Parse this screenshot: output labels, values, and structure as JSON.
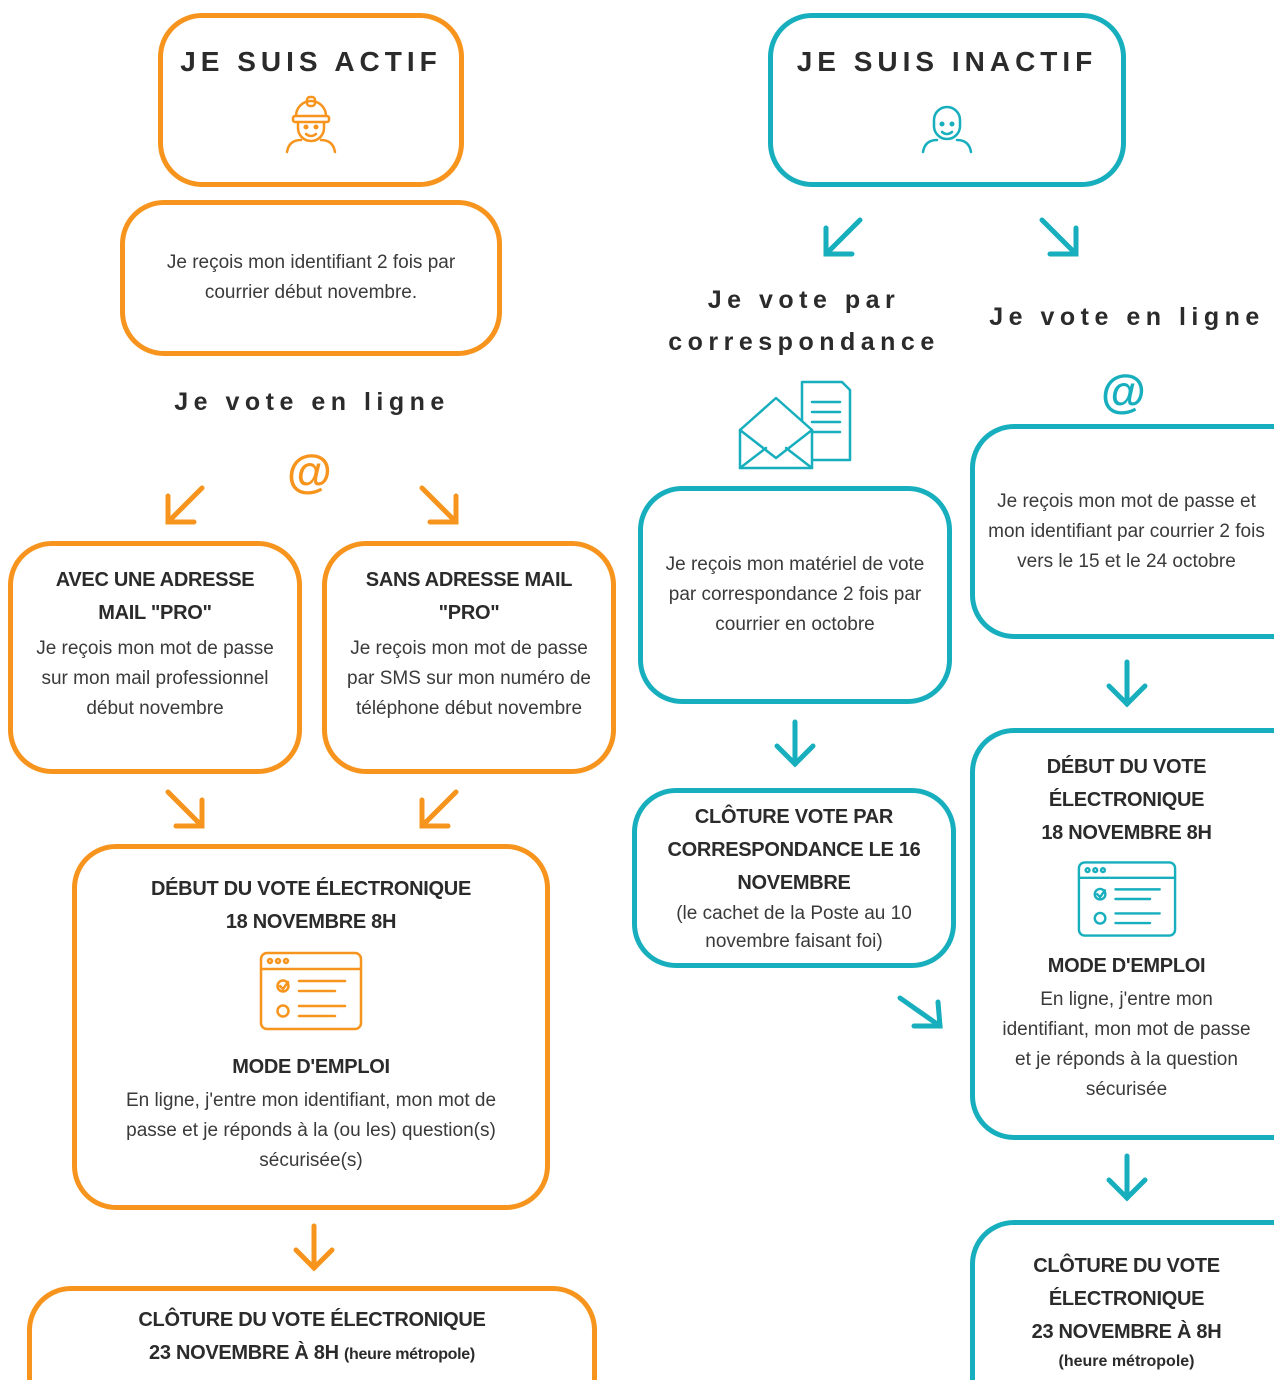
{
  "colors": {
    "active": "#f7941d",
    "inactive": "#17aebd",
    "text": "#3a3a3a"
  },
  "active": {
    "title": "JE SUIS ACTIF",
    "icon": "worker-icon",
    "id_mail": "Je reçois mon identifiant 2 fois par courrier début novembre.",
    "online_heading": "Je vote en ligne",
    "at": "@",
    "pro_title": "AVEC UNE ADRESSE MAIL \"PRO\"",
    "pro_text": "Je reçois mon mot de passe sur mon mail professionnel début novembre",
    "nopro_title": "SANS ADRESSE MAIL \"PRO\"",
    "nopro_text": "Je reçois mon mot de passe par SMS sur mon numéro de téléphone début novembre",
    "start_title_1": "DÉBUT DU VOTE ÉLECTRONIQUE",
    "start_title_2": "18 NOVEMBRE 8H",
    "form_icon": "ballot-form-icon",
    "howto_title": "MODE D'EMPLOI",
    "howto_text": "En ligne, j'entre mon identifiant, mon mot de passe et je réponds à la (ou les) question(s) sécurisée(s)",
    "close_title_1": "CLÔTURE DU VOTE ÉLECTRONIQUE",
    "close_title_2": "23 NOVEMBRE À 8H",
    "close_note": "(heure métropole)"
  },
  "inactive": {
    "title": "JE SUIS INACTIF",
    "icon": "retiree-icon",
    "mail_heading": "Je vote par correspondance",
    "mail_icon": "envelope-document-icon",
    "mail_text": "Je reçois mon matériel de vote par correspondance 2 fois par courrier en octobre",
    "mail_close_title": "CLÔTURE VOTE PAR CORRESPONDANCE LE 16 NOVEMBRE",
    "mail_close_note": "(le cachet de la Poste au 10 novembre faisant foi)",
    "online_heading": "Je vote en ligne",
    "at": "@",
    "online_text": "Je reçois mon mot de passe et mon identifiant par courrier 2 fois vers le 15 et le 24 octobre",
    "start_title_1": "DÉBUT DU VOTE ÉLECTRONIQUE",
    "start_title_2": "18 NOVEMBRE 8H",
    "form_icon": "ballot-form-icon",
    "howto_title": "MODE D'EMPLOI",
    "howto_text": "En ligne, j'entre mon identifiant, mon mot de passe et je réponds à la question sécurisée",
    "close_title_1": "CLÔTURE DU VOTE ÉLECTRONIQUE",
    "close_title_2": "23 NOVEMBRE À 8H",
    "close_note": "(heure métropole)"
  }
}
